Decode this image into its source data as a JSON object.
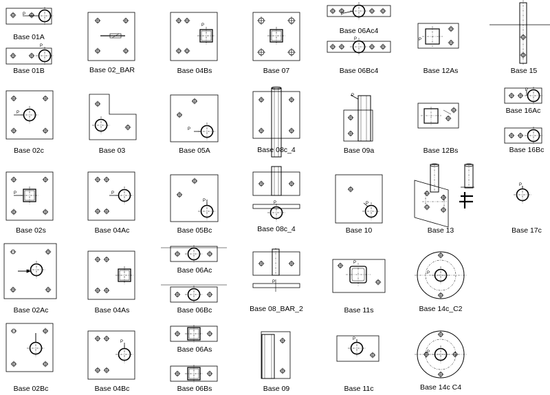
{
  "colors": {
    "line": "#000000",
    "background": "#ffffff"
  },
  "point_marker": "P",
  "labels": {
    "b01a": "Base 01A",
    "b01b": "Base 01B",
    "b02bar": "Base 02_BAR",
    "b04bs": "Base 04Bs",
    "b07": "Base 07",
    "b06ac4": "Base 06Ac4",
    "b06bc4": "Base 06Bc4",
    "b12as": "Base 12As",
    "b15": "Base 15",
    "b02c": "Base 02c",
    "b03": "Base 03",
    "b05a": "Base 05A",
    "b08c4a": "Base 08c_4",
    "b09a": "Base 09a",
    "b12bs": "Base 12Bs",
    "b16ac": "Base 16Ac",
    "b16bc": "Base 16Bc",
    "b02s": "Base 02s",
    "b04ac": "Base 04Ac",
    "b05bc": "Base 05Bc",
    "b08c4b": "Base 08c_4",
    "b10": "Base 10",
    "b13": "Base 13",
    "b17c": "Base 17c",
    "b02ac": "Base 02Ac",
    "b04as": "Base 04As",
    "b06ac": "Base 06Ac",
    "b06bc": "Base 06Bc",
    "b08bar2": "Base 08_BAR_2",
    "b11s": "Base 11s",
    "b14cc2": "Base 14c_C2",
    "b02bc": "Base 02Bc",
    "b04bc": "Base 04Bc",
    "b06as": "Base 06As",
    "b06bs": "Base 06Bs",
    "b09": "Base 09",
    "b11c": "Base 11c",
    "b14cc4": "Base 14c  C4"
  }
}
